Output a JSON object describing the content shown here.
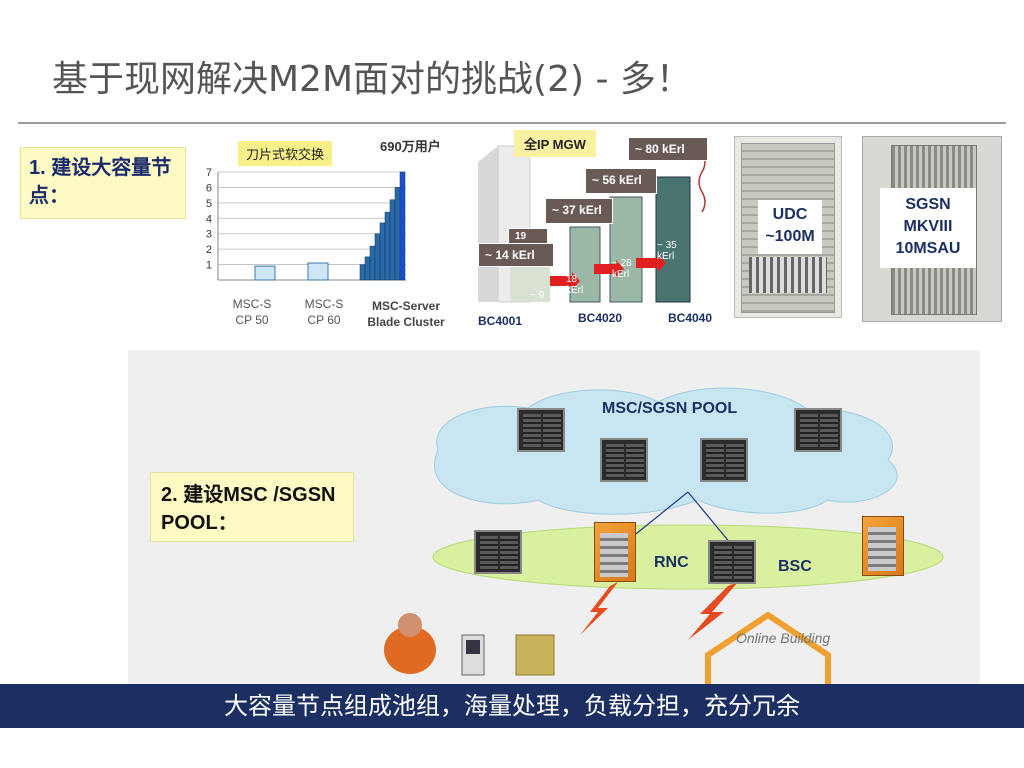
{
  "slide": {
    "title": "基于现网解决M2M面对的挑战(2) - 多！",
    "item1": "1.  建设大容量节点：",
    "item2": "2. 建设MSC /SGSN POOL：",
    "bottom_banner": "大容量节点组成池组，海量处理，负载分担，充分冗余"
  },
  "chart": {
    "tag": "刀片式软交换",
    "top_label": "690万用户",
    "cat1_line1": "MSC-S",
    "cat1_line2": "CP 50",
    "cat2_line1": "MSC-S",
    "cat2_line2": "CP 60",
    "cat3_line1": "MSC-Server",
    "cat3_line2": "Blade Cluster"
  },
  "chart_data": {
    "type": "bar",
    "categories": [
      "MSC-S CP 50",
      "MSC-S CP 60",
      "MSC-Server Blade Cluster"
    ],
    "y_ticks": [
      "1",
      "2",
      "3",
      "4",
      "5",
      "6",
      "7"
    ],
    "ylim": [
      0,
      7
    ],
    "series": [
      {
        "values": [
          0.9,
          1.1,
          7.0
        ]
      }
    ],
    "blade_steps": [
      1.0,
      1.5,
      2.2,
      3.0,
      3.7,
      4.4,
      5.2,
      6.0,
      7.0
    ],
    "title": "",
    "xlabel": "",
    "ylabel": ""
  },
  "mgw": {
    "tag": "全IP MGW",
    "kerl_80": "~ 80 kErl",
    "kerl_56": "~ 56 kErl",
    "kerl_37": "~ 37 kErl",
    "kerl_19": "19",
    "kerl_14": "~ 14 kErl",
    "kerl_35": "~ 35 kErl",
    "kerl_28": "~ 28 kErl",
    "kerl_18": "18 kErl",
    "kerl_9": "~ 9",
    "bc4001": "BC4001",
    "bc4020": "BC4020",
    "bc4040": "BC4040"
  },
  "udc": {
    "label": "UDC ~100M"
  },
  "sgsn": {
    "line1": "SGSN",
    "line2": "MKVIII",
    "line3": "10MSAU"
  },
  "network": {
    "pool_label": "MSC/SGSN POOL",
    "rnc": "RNC",
    "bsc": "BSC",
    "building": "Online Building"
  },
  "colors": {
    "bottom_bar": "#1b2f63",
    "pool_cloud": "#c8e6f2",
    "ran_ellipse": "#d8f0a0",
    "bar_blue": "#2a6aa6"
  }
}
